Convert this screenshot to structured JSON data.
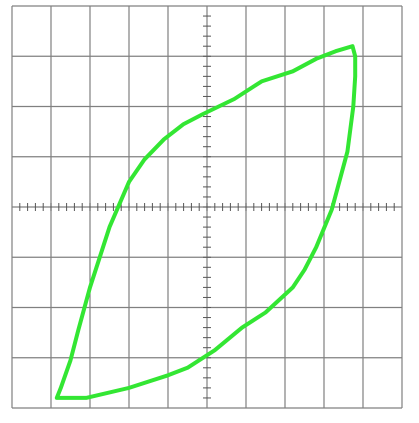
{
  "chart_data": {
    "type": "line",
    "title": "",
    "xlabel": "",
    "ylabel": "",
    "grid": true,
    "grid_divisions": {
      "x": 10,
      "y": 8
    },
    "minor_ticks_per_division": 5,
    "xlim": [
      -5,
      5
    ],
    "ylim": [
      -4,
      4
    ],
    "series": [
      {
        "name": "",
        "color": "#33e633",
        "closed": true,
        "x": [
          3.73,
          3.8,
          3.8,
          3.75,
          3.6,
          3.2,
          2.8,
          2.5,
          2.2,
          1.5,
          0.9,
          0.2,
          -0.5,
          -1.0,
          -2.0,
          -3.1,
          -3.85,
          -3.75,
          -3.5,
          -3.3,
          -3.0,
          -2.5,
          -2.0,
          -1.6,
          -1.1,
          -0.6,
          -0.1,
          0.7,
          1.4,
          2.2,
          2.8,
          3.3,
          3.73
        ],
        "y": [
          3.2,
          3.0,
          2.6,
          2.0,
          1.1,
          -0.05,
          -0.8,
          -1.25,
          -1.6,
          -2.1,
          -2.4,
          -2.85,
          -3.2,
          -3.35,
          -3.6,
          -3.8,
          -3.8,
          -3.6,
          -3.05,
          -2.45,
          -1.6,
          -0.4,
          0.5,
          0.95,
          1.35,
          1.65,
          1.85,
          2.15,
          2.5,
          2.7,
          2.95,
          3.1,
          3.2
        ]
      }
    ]
  },
  "style": {
    "background": "#ffffff",
    "grid_color": "#808080",
    "axis_color": "#555555",
    "trace_color": "#33e633"
  }
}
